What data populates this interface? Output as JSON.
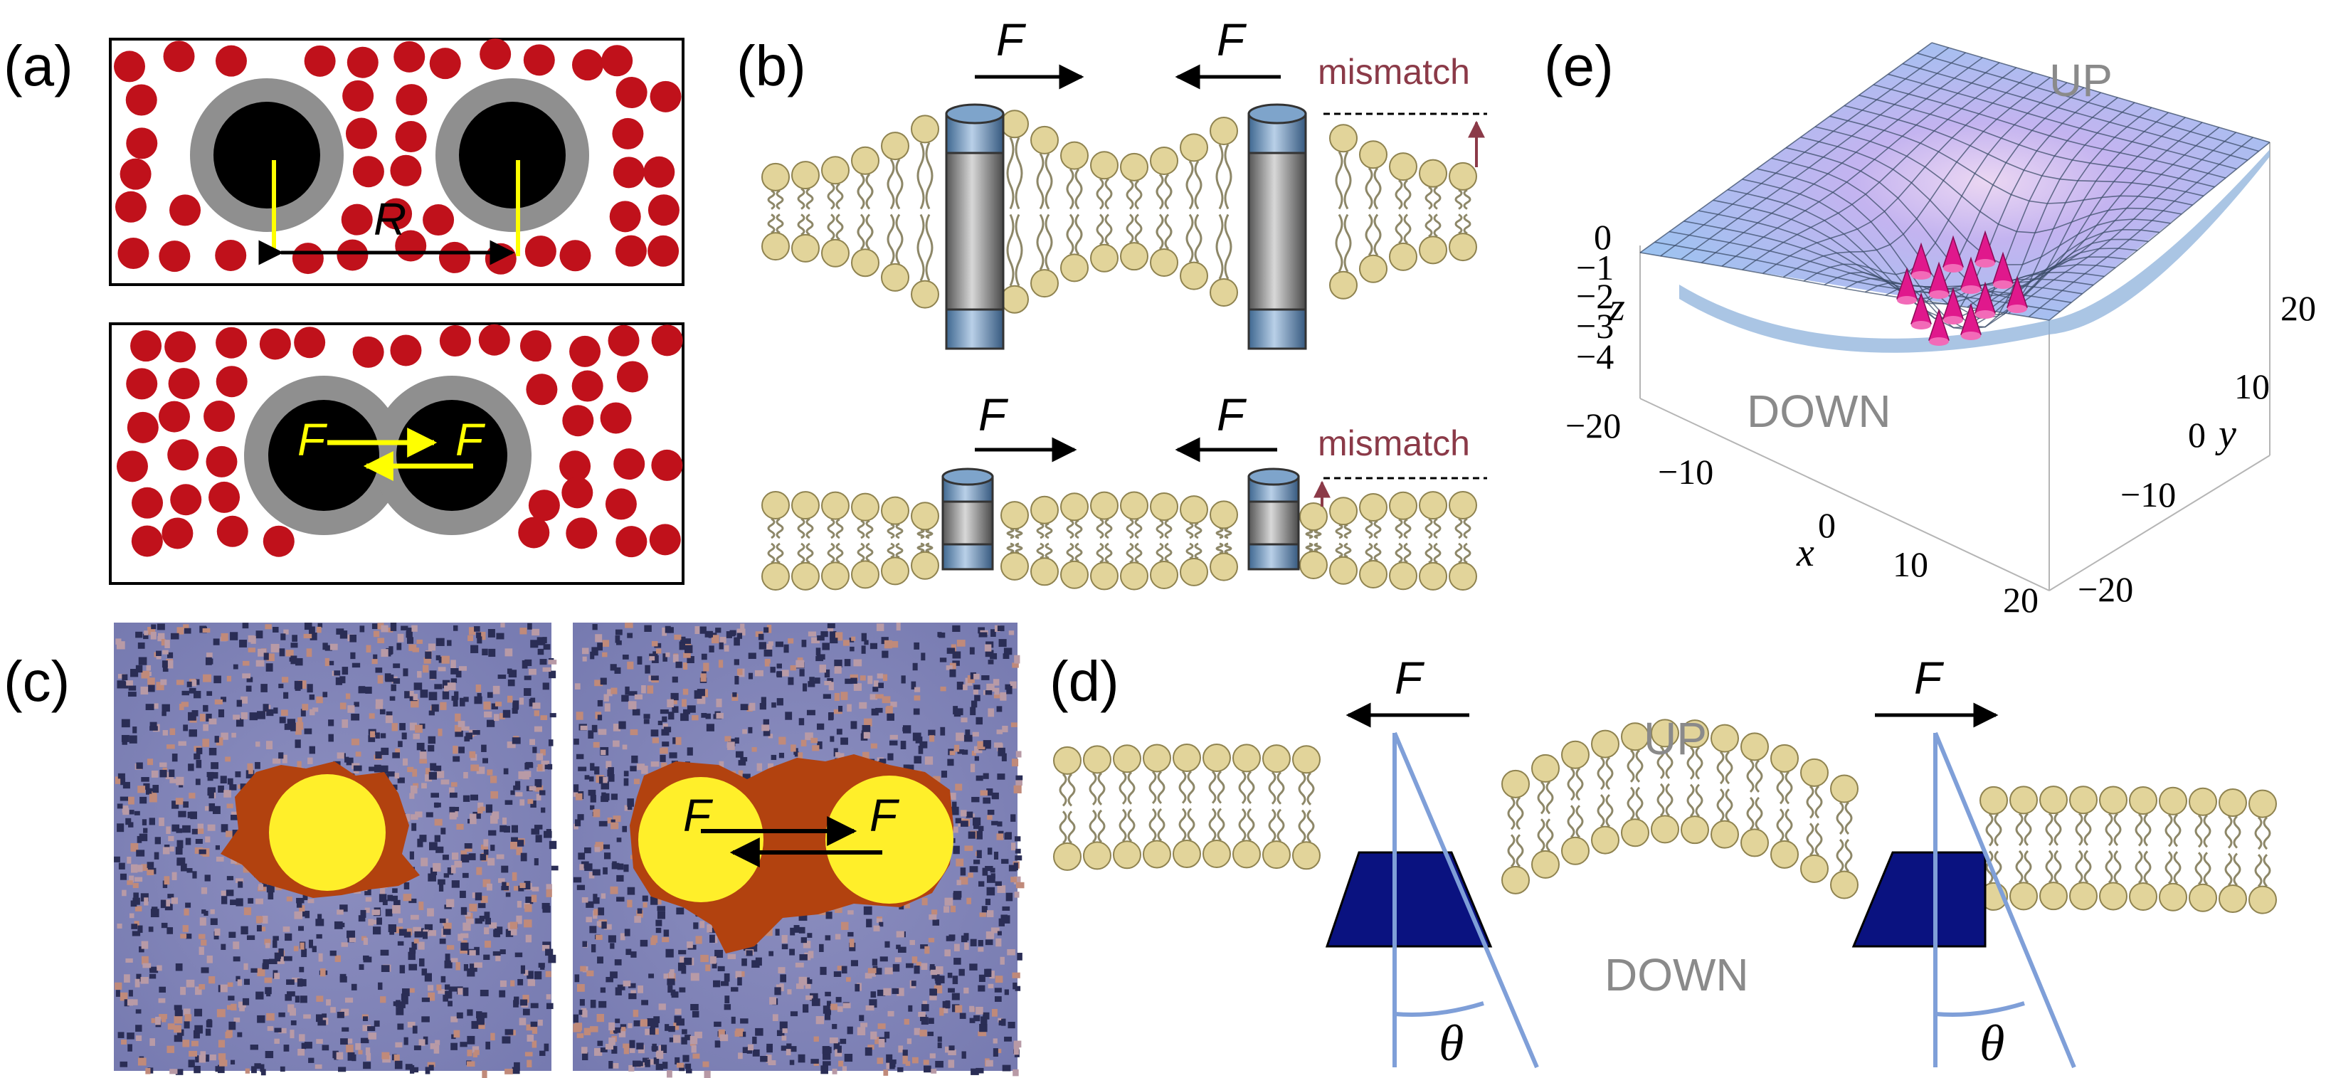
{
  "panels": {
    "a": {
      "label": "(a)",
      "distance_label": "R",
      "force_label": "F"
    },
    "b": {
      "label": "(b)",
      "force_label": "F",
      "mismatch_label": "mismatch"
    },
    "c": {
      "label": "(c)",
      "force_label": "F"
    },
    "d": {
      "label": "(d)",
      "force_label": "F",
      "up_label": "UP",
      "down_label": "DOWN",
      "angle_label": "θ"
    },
    "e": {
      "label": "(e)",
      "up_label": "UP",
      "down_label": "DOWN",
      "x_axis_label": "x",
      "y_axis_label": "y",
      "z_axis_label": "z",
      "x_ticks": [
        "−20",
        "−10",
        "0",
        "10",
        "20"
      ],
      "y_ticks": [
        "20",
        "10",
        "0",
        "−10",
        "−20"
      ],
      "z_ticks": [
        "0",
        "−1",
        "−2",
        "−3",
        "−4"
      ]
    }
  },
  "colors": {
    "particle_red": "#c0111b",
    "inclusion_black": "#000000",
    "depletion_gray": "#8f8f8f",
    "arrow_yellow": "#ffff00",
    "lipid_head": "#e2d49a",
    "protein_blue": "#6f93b8",
    "wedge_navy": "#0a1280",
    "mismatch_red": "#8b3a48",
    "sim_background": "#7e82b8",
    "sim_orange": "#b2420f",
    "sim_yellow": "#ffef2a",
    "surface_blue": "#9cc3f0",
    "cone_magenta": "#e0188c",
    "theta_line": "#7f9fd8"
  }
}
